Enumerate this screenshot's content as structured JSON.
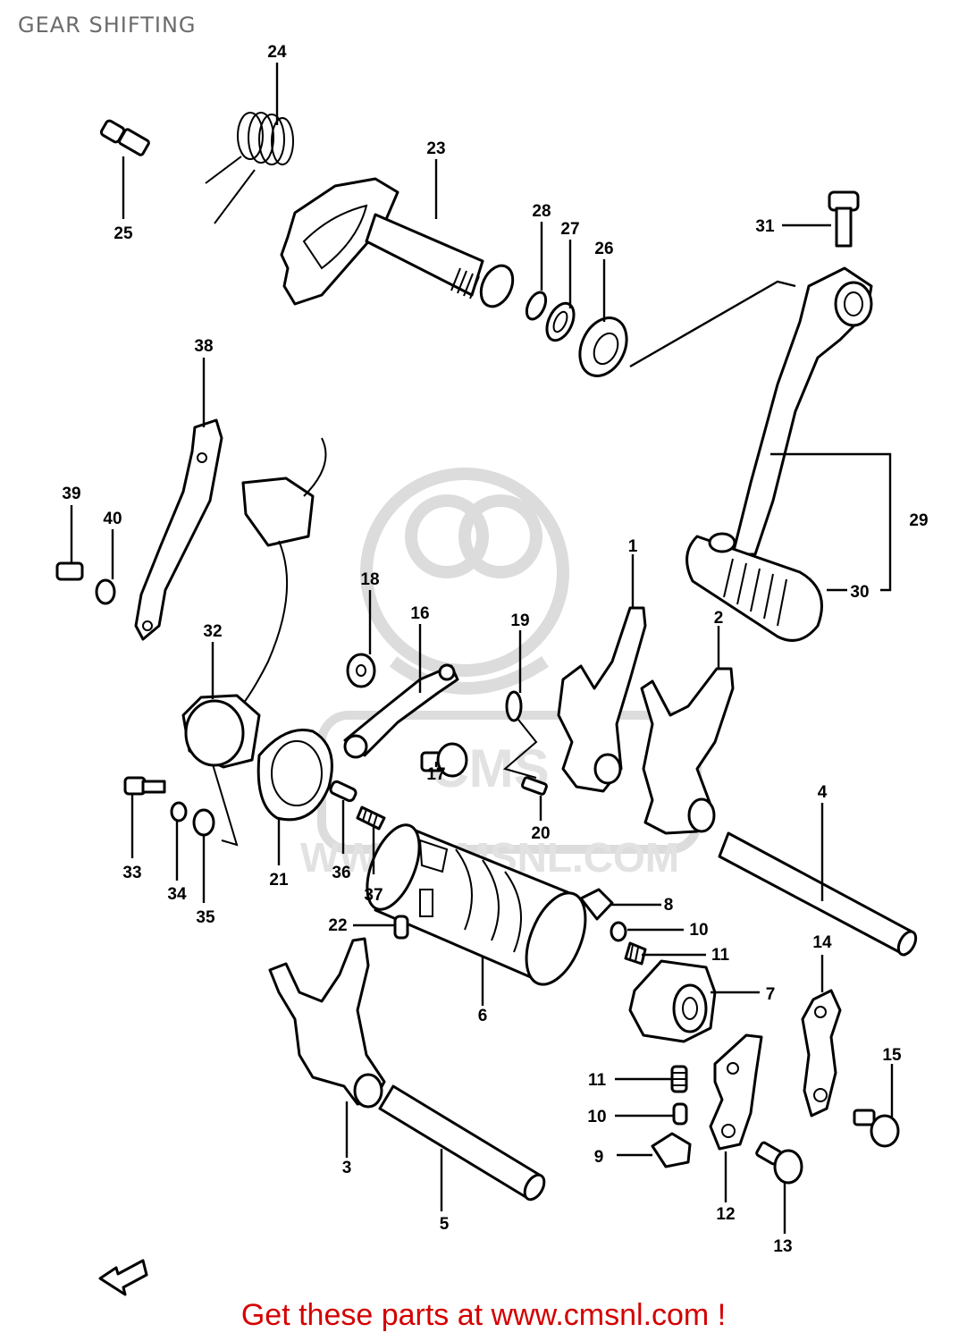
{
  "title": "GEAR SHIFTING",
  "footer": "Get these parts at www.cmsnl.com !",
  "watermark": {
    "text": "WWW.CMSNL.COM",
    "badge": "CMS"
  },
  "parts": {
    "p1": "1",
    "p2": "2",
    "p3": "3",
    "p4": "4",
    "p5": "5",
    "p6": "6",
    "p7": "7",
    "p8": "8",
    "p9": "9",
    "p10a": "10",
    "p10b": "10",
    "p11a": "11",
    "p11b": "11",
    "p12": "12",
    "p13": "13",
    "p14": "14",
    "p15": "15",
    "p16": "16",
    "p17": "17",
    "p18": "18",
    "p19": "19",
    "p20": "20",
    "p21": "21",
    "p22": "22",
    "p23": "23",
    "p24": "24",
    "p25": "25",
    "p26": "26",
    "p27": "27",
    "p28": "28",
    "p29": "29",
    "p30": "30",
    "p31": "31",
    "p32": "32",
    "p33": "33",
    "p34": "34",
    "p35": "35",
    "p36": "36",
    "p37": "37",
    "p38": "38",
    "p39": "39",
    "p40": "40"
  },
  "colors": {
    "footer": "#d40000",
    "title": "#6b6b6b",
    "ink": "#000000",
    "watermark": "#dcdcdc"
  },
  "icons": {
    "direction_arrow": "front-arrow-icon"
  }
}
